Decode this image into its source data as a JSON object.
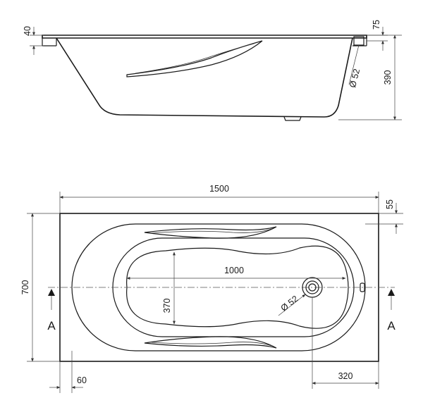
{
  "side_view": {
    "rim_height": "40",
    "rim_offset": "75",
    "outlet_diameter": "Ø 52",
    "depth": "390"
  },
  "top_view": {
    "length": "1500",
    "width": "700",
    "rim_margin": "55",
    "inner_length": "1000",
    "inner_width": "370",
    "outlet_diameter": "Ø 52",
    "edge_offset": "60",
    "drain_offset": "320",
    "section_left": "A",
    "section_right": "A"
  },
  "colors": {
    "line": "#1a1a1a",
    "background": "#ffffff"
  }
}
